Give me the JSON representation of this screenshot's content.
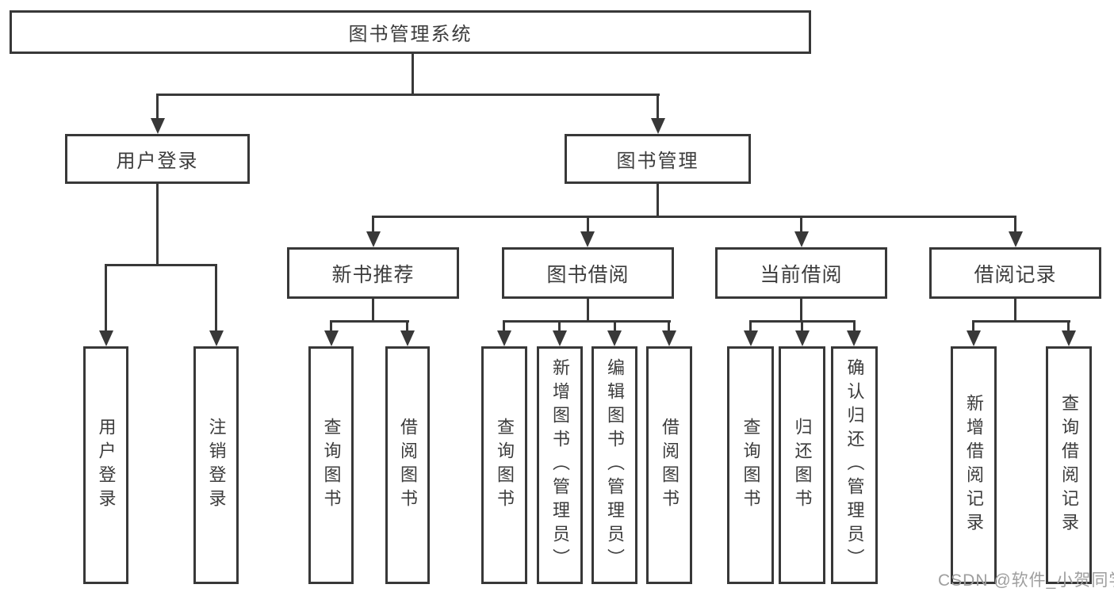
{
  "diagram_title": "图书管理系统",
  "nodes": {
    "root": {
      "label": "图书管理系统"
    },
    "user_login": {
      "label": "用户登录"
    },
    "book_management": {
      "label": "图书管理"
    },
    "new_book_recommend": {
      "label": "新书推荐"
    },
    "book_borrowing": {
      "label": "图书借阅"
    },
    "current_borrowing": {
      "label": "当前借阅"
    },
    "borrow_records": {
      "label": "借阅记录"
    },
    "leaves": [
      {
        "label": "用户登录"
      },
      {
        "label": "注销登录"
      },
      {
        "label": "查询图书"
      },
      {
        "label": "借阅图书"
      },
      {
        "label": "查询图书"
      },
      {
        "label": "新增图书（管理员）"
      },
      {
        "label": "编辑图书（管理员）"
      },
      {
        "label": "借阅图书"
      },
      {
        "label": "查询图书"
      },
      {
        "label": "归还图书"
      },
      {
        "label": "确认归还（管理员）"
      },
      {
        "label": "新增借阅记录"
      },
      {
        "label": "查询借阅记录"
      }
    ]
  },
  "hierarchy": {
    "图书管理系统": [
      "用户登录",
      "图书管理"
    ],
    "用户登录": [
      "用户登录",
      "注销登录"
    ],
    "图书管理": [
      "新书推荐",
      "图书借阅",
      "当前借阅",
      "借阅记录"
    ],
    "新书推荐": [
      "查询图书",
      "借阅图书"
    ],
    "图书借阅": [
      "查询图书",
      "新增图书（管理员）",
      "编辑图书（管理员）",
      "借阅图书"
    ],
    "当前借阅": [
      "查询图书",
      "归还图书",
      "确认归还（管理员）"
    ],
    "借阅记录": [
      "新增借阅记录",
      "查询借阅记录"
    ]
  },
  "watermark": {
    "text": "CSDN @软件_小贺同学"
  },
  "colors": {
    "line": "#383838",
    "text": "#3c3c3c",
    "background": "#ffffff",
    "watermark": "#9e9e9e"
  }
}
